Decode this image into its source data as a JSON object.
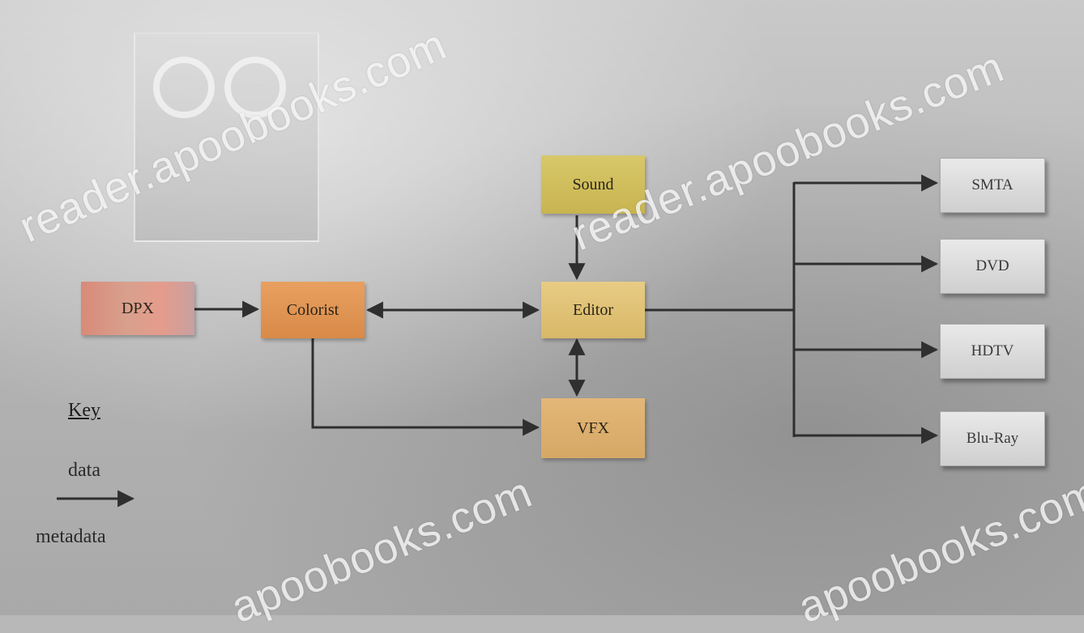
{
  "diagram": {
    "nodes": {
      "dpx": "DPX",
      "color": "Colorist",
      "sound": "Sound",
      "editor": "Editor",
      "vfx": "VFX"
    },
    "outputs": [
      "SMTA",
      "DVD",
      "HDTV",
      "Blu-Ray"
    ]
  },
  "key": {
    "title": "Key",
    "data": "data",
    "metadata": "metadata"
  },
  "watermarks": [
    "reader.apoobooks.com",
    "reader.apoobooks.com",
    "apoobooks.com",
    "apoobooks.com"
  ],
  "colors": {
    "wire": "#2f2f2f",
    "meta_wire": "#a8a8a8"
  }
}
